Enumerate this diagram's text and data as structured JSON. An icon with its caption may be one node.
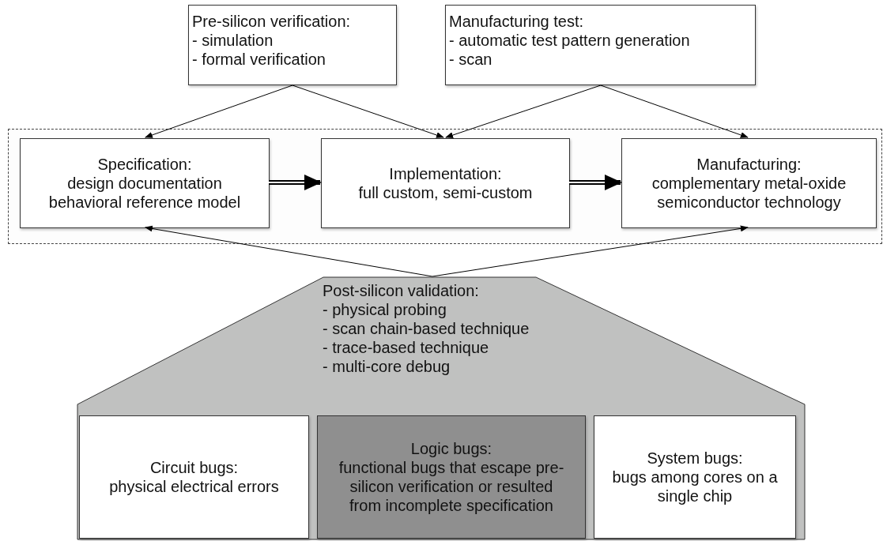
{
  "diagram": {
    "nodes": [
      {
        "text": [
          "Pre-silicon verification:",
          "- simulation",
          "- formal verification"
        ]
      },
      {
        "text": [
          "Manufacturing test:",
          "- automatic test pattern generation",
          "- scan"
        ]
      },
      {
        "text": [],
        "shape": "box"
      },
      {
        "text": [
          "Specification:",
          "design documentation",
          "behavioral reference model"
        ],
        "in": 2
      },
      {
        "text": [
          "Implementation:",
          "full custom, semi-custom"
        ],
        "in": 2
      },
      {
        "text": [
          "Manufacturing:",
          "complementary metal-oxide semiconductor technology"
        ],
        "in": 2
      },
      {
        "text": [
          "Post-silicon validation:",
          "- physical probing",
          "- scan chain-based technique",
          "- trace-based technique",
          "- multi-core debug"
        ]
      },
      {
        "text": [
          "Circuit bugs:",
          "physical electrical errors"
        ],
        "in": 6
      },
      {
        "text": [
          "Logic bugs:",
          "functional bugs that escape pre-silicon verification or resulted from incomplete specification"
        ],
        "in": 6
      },
      {
        "text": [
          "System bugs:",
          "bugs among cores on a single chip"
        ],
        "in": 6
      }
    ],
    "edges": [
      {
        "from": 0,
        "to": 3,
        "arrow": "to"
      },
      {
        "from": 0,
        "to": 4,
        "arrow": "to"
      },
      {
        "from": 1,
        "to": 4,
        "arrow": "to"
      },
      {
        "from": 1,
        "to": 5,
        "arrow": "to"
      },
      {
        "from": 3,
        "to": 4,
        "arrow": "to",
        "style": "thick"
      },
      {
        "from": 4,
        "to": 5,
        "arrow": "to",
        "style": "thick"
      },
      {
        "from": 6,
        "to": 3,
        "arrow": "to"
      },
      {
        "from": 6,
        "to": 5,
        "arrow": "to"
      }
    ]
  }
}
